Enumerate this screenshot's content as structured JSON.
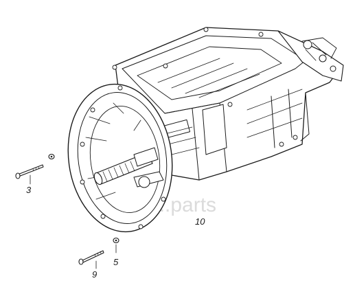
{
  "diagram": {
    "callouts": [
      {
        "id": "3",
        "label": "3"
      },
      {
        "id": "5",
        "label": "5"
      },
      {
        "id": "9",
        "label": "9"
      },
      {
        "id": "10",
        "label": "10"
      }
    ],
    "watermark": "cd.....parts"
  }
}
